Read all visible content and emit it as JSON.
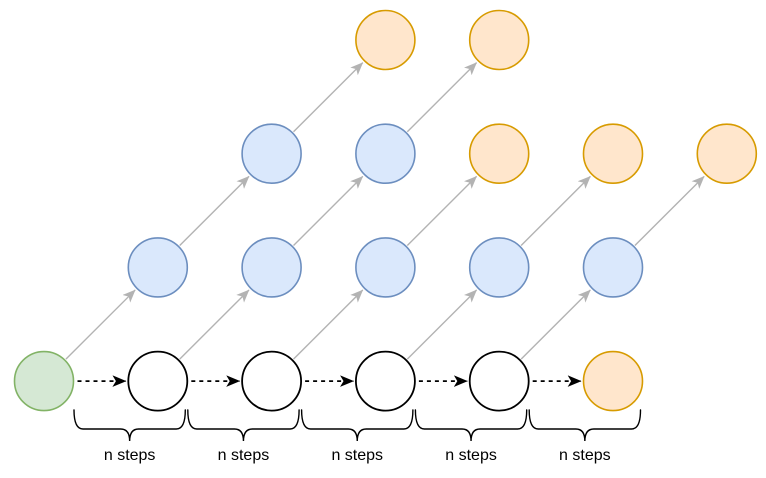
{
  "diagram": {
    "colors": {
      "background": "#ffffff",
      "green_fill": "#d5e8d4",
      "green_stroke": "#82b366",
      "blue_fill": "#dae8fc",
      "blue_stroke": "#6c8ebf",
      "orange_fill": "#ffe6cc",
      "orange_stroke": "#d79b00",
      "white_fill": "#ffffff",
      "white_stroke": "#000000",
      "diagonal_arrow": "#b3b3b3",
      "step_arrow": "#000000",
      "brace": "#000000",
      "label_text": "#000000"
    },
    "nodes": [
      {
        "id": "top-orange-1",
        "row": 0,
        "col": 3,
        "color": "orange"
      },
      {
        "id": "top-orange-2",
        "row": 0,
        "col": 4,
        "color": "orange"
      },
      {
        "id": "r1-blue-1",
        "row": 1,
        "col": 2,
        "color": "blue"
      },
      {
        "id": "r1-blue-2",
        "row": 1,
        "col": 3,
        "color": "blue"
      },
      {
        "id": "r1-orange-1",
        "row": 1,
        "col": 4,
        "color": "orange"
      },
      {
        "id": "r1-orange-2",
        "row": 1,
        "col": 5,
        "color": "orange"
      },
      {
        "id": "r1-orange-3",
        "row": 1,
        "col": 6,
        "color": "orange"
      },
      {
        "id": "r2-blue-1",
        "row": 2,
        "col": 1,
        "color": "blue"
      },
      {
        "id": "r2-blue-2",
        "row": 2,
        "col": 2,
        "color": "blue"
      },
      {
        "id": "r2-blue-3",
        "row": 2,
        "col": 3,
        "color": "blue"
      },
      {
        "id": "r2-blue-4",
        "row": 2,
        "col": 4,
        "color": "blue"
      },
      {
        "id": "r2-blue-5",
        "row": 2,
        "col": 5,
        "color": "blue"
      },
      {
        "id": "start-green",
        "row": 3,
        "col": 0,
        "color": "green"
      },
      {
        "id": "step-white-1",
        "row": 3,
        "col": 1,
        "color": "white"
      },
      {
        "id": "step-white-2",
        "row": 3,
        "col": 2,
        "color": "white"
      },
      {
        "id": "step-white-3",
        "row": 3,
        "col": 3,
        "color": "white"
      },
      {
        "id": "step-white-4",
        "row": 3,
        "col": 4,
        "color": "white"
      },
      {
        "id": "end-orange",
        "row": 3,
        "col": 5,
        "color": "orange"
      }
    ],
    "diagonal_edges": [
      {
        "from": "start-green",
        "to": "r2-blue-1"
      },
      {
        "from": "r2-blue-1",
        "to": "r1-blue-1"
      },
      {
        "from": "r1-blue-1",
        "to": "top-orange-1"
      },
      {
        "from": "step-white-1",
        "to": "r2-blue-2"
      },
      {
        "from": "r2-blue-2",
        "to": "r1-blue-2"
      },
      {
        "from": "r1-blue-2",
        "to": "top-orange-2"
      },
      {
        "from": "step-white-2",
        "to": "r2-blue-3"
      },
      {
        "from": "r2-blue-3",
        "to": "r1-orange-1"
      },
      {
        "from": "step-white-3",
        "to": "r2-blue-4"
      },
      {
        "from": "r2-blue-4",
        "to": "r1-orange-2"
      },
      {
        "from": "step-white-4",
        "to": "r2-blue-5"
      },
      {
        "from": "r2-blue-5",
        "to": "r1-orange-3"
      }
    ],
    "dashed_edges": [
      {
        "from": "start-green",
        "to": "step-white-1"
      },
      {
        "from": "step-white-1",
        "to": "step-white-2"
      },
      {
        "from": "step-white-2",
        "to": "step-white-3"
      },
      {
        "from": "step-white-3",
        "to": "step-white-4"
      },
      {
        "from": "step-white-4",
        "to": "end-orange"
      }
    ],
    "braces": [
      {
        "label": "n steps",
        "from_col": 0,
        "to_col": 1
      },
      {
        "label": "n steps",
        "from_col": 1,
        "to_col": 2
      },
      {
        "label": "n steps",
        "from_col": 2,
        "to_col": 3
      },
      {
        "label": "n steps",
        "from_col": 3,
        "to_col": 4
      },
      {
        "label": "n steps",
        "from_col": 4,
        "to_col": 5
      }
    ]
  }
}
